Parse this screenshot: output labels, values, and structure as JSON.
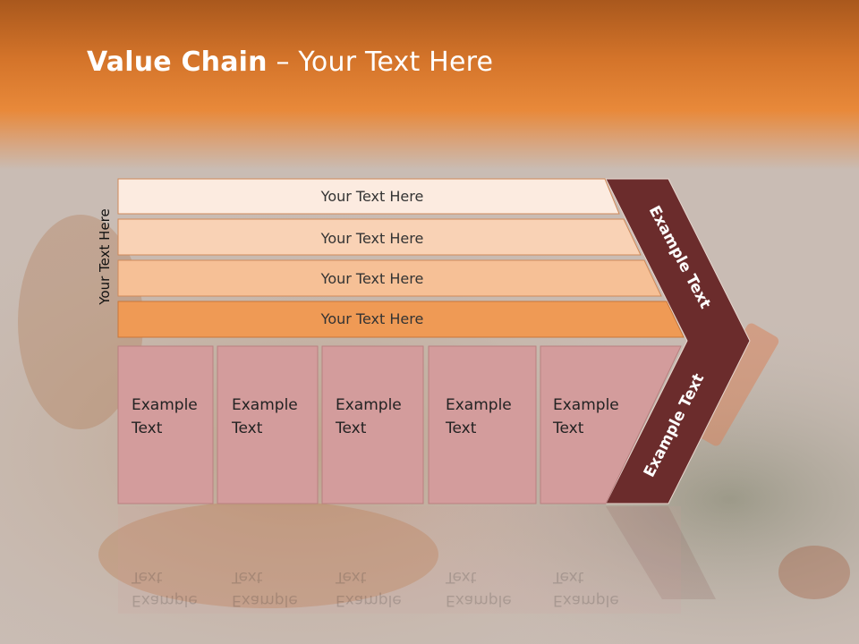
{
  "title": {
    "bold": "Value Chain",
    "rest": " – Your Text Here"
  },
  "side_label": "Your Text Here",
  "bars": [
    {
      "label": "Your Text Here",
      "color": "#fcebe0"
    },
    {
      "label": "Your Text Here",
      "color": "#f9d2b5"
    },
    {
      "label": "Your Text Here",
      "color": "#f6c096"
    },
    {
      "label": "Your Text Here",
      "color": "#ef9a55"
    }
  ],
  "columns": [
    {
      "label": "Example\nText"
    },
    {
      "label": "Example\nText"
    },
    {
      "label": "Example\nText"
    },
    {
      "label": "Example\nText"
    },
    {
      "label": "Example\nText"
    }
  ],
  "chevron": {
    "top_label": "Example Text",
    "bottom_label": "Example Text",
    "color": "#6b2c2c"
  },
  "colors": {
    "column_fill": "#d39c9c",
    "header_orange": "#e8893a"
  }
}
